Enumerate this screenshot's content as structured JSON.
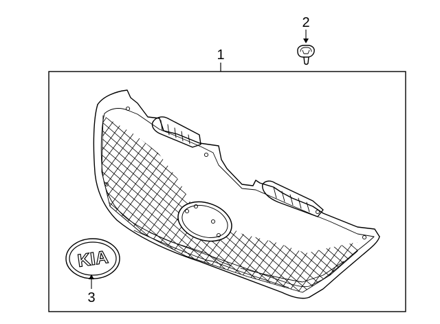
{
  "diagram": {
    "callouts": [
      {
        "number": "1",
        "part": "grille"
      },
      {
        "number": "2",
        "part": "clip"
      },
      {
        "number": "3",
        "part": "emblem"
      }
    ],
    "emblem_text": "KIA",
    "colors": {
      "line": "#000000",
      "background": "#ffffff"
    }
  }
}
